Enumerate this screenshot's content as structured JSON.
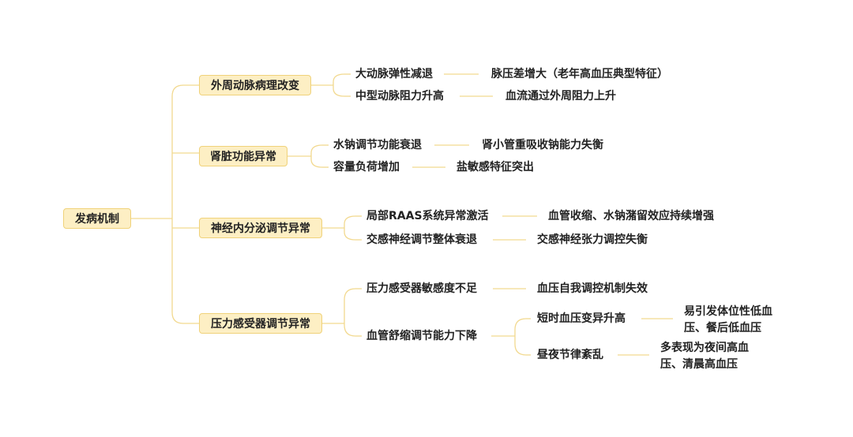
{
  "root": {
    "label": "发病机制"
  },
  "branches": [
    {
      "label": "外周动脉病理改变",
      "children": [
        {
          "label": "大动脉弹性减退",
          "leaf": "脉压差增大（老年高血压典型特征）"
        },
        {
          "label": "中型动脉阻力升高",
          "leaf": "血流通过外周阻力上升"
        }
      ]
    },
    {
      "label": "肾脏功能异常",
      "children": [
        {
          "label": "水钠调节功能衰退",
          "leaf": "肾小管重吸收钠能力失衡"
        },
        {
          "label": "容量负荷增加",
          "leaf": "盐敏感特征突出"
        }
      ]
    },
    {
      "label": "神经内分泌调节异常",
      "children": [
        {
          "label": "局部RAAS系统异常激活",
          "leaf": "血管收缩、水钠潴留效应持续增强"
        },
        {
          "label": "交感神经调节整体衰退",
          "leaf": "交感神经张力调控失衡"
        }
      ]
    },
    {
      "label": "压力感受器调节异常",
      "children": [
        {
          "label": "压力感受器敏感度不足",
          "leaf": "血压自我调控机制失效"
        },
        {
          "label": "血管舒缩调节能力下降",
          "children": [
            {
              "label": "短时血压变异升高",
              "leaf_lines": [
                "易引发体位性低血",
                "压、餐后低血压"
              ]
            },
            {
              "label": "昼夜节律紊乱",
              "leaf_lines": [
                "多表现为夜间高血",
                "压、清晨高血压"
              ]
            }
          ]
        }
      ]
    }
  ],
  "colors": {
    "line": "#f2d98f",
    "box_fill": "#fdefc4",
    "box_border": "#f0d27a",
    "text": "#222222"
  }
}
